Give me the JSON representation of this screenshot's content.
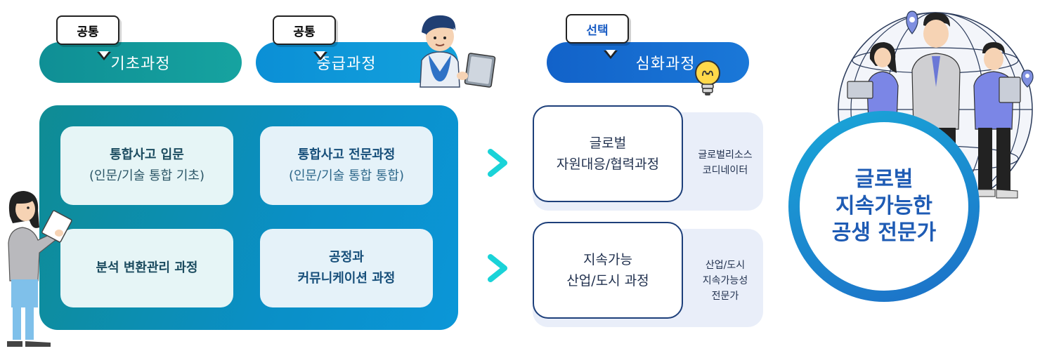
{
  "stages": {
    "basic": {
      "tag": "공통",
      "title": "기초과정"
    },
    "intermediate": {
      "tag": "공통",
      "title": "중급과정"
    },
    "advanced": {
      "tag": "선택",
      "title": "심화과정"
    }
  },
  "cards": [
    {
      "title": "통합사고 입문",
      "sub": "(인문/기술 통합 기초)"
    },
    {
      "title": "통합사고 전문과정",
      "sub": "(인문/기술 통합 통합)"
    },
    {
      "title": "분석 변환관리 과정",
      "sub": ""
    },
    {
      "line1": "공정과",
      "line2": "커뮤니케이션 과정"
    }
  ],
  "advanced_courses": [
    {
      "line1": "글로벌",
      "line2": "자원대응/협력과정",
      "role_lines": [
        "글로벌리소스",
        "코디네이터"
      ]
    },
    {
      "line1": "지속가능",
      "line2": "산업/도시 과정",
      "role_lines": [
        "산업/도시",
        "지속가능성",
        "전문가"
      ]
    }
  ],
  "goal": {
    "line1": "글로벌",
    "line2": "지속가능한",
    "line3": "공생 전문가"
  },
  "colors": {
    "teal": "#0f8f95",
    "sky": "#0b8fd6",
    "blue": "#1262c9",
    "arrow": "#1ad3d8",
    "goal": "#1e5bb4"
  }
}
